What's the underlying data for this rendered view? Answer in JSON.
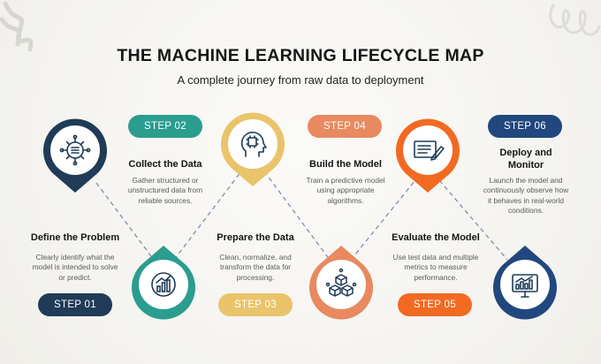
{
  "header": {
    "title": "THE MACHINE LEARNING LIFECYCLE MAP",
    "subtitle": "A complete journey from raw data to deployment"
  },
  "colors": {
    "navy": "#1f3b57",
    "teal": "#2a9d8f",
    "yellow": "#e9c46a",
    "salmon": "#e8895f",
    "orange": "#f26a21",
    "blue": "#21477e"
  },
  "steps": [
    {
      "pill": "STEP 01",
      "title": "Define the Problem",
      "desc_lines": [
        "Clearly identify what the",
        "model is intended to solve",
        "or predict."
      ],
      "icon": "ai-brain-chip-icon"
    },
    {
      "pill": "STEP 02",
      "title": "Collect the Data",
      "desc_lines": [
        "Gather structured or",
        "unstructured data from",
        "reliable sources."
      ],
      "icon": "data-analytics-chart-icon"
    },
    {
      "pill": "STEP 03",
      "title": "Prepare the Data",
      "desc_lines": [
        "Clean, normalize, and",
        "transform the data for",
        "processing."
      ],
      "icon": "head-with-chip-icon"
    },
    {
      "pill": "STEP 04",
      "title": "Build the Model",
      "desc_lines": [
        "Train a predictive model",
        "using appropriate",
        "algorithms."
      ],
      "icon": "cube-network-icon"
    },
    {
      "pill": "STEP 05",
      "title": "Evaluate the Model",
      "desc_lines": [
        "Use test data and multiple",
        "metrics to measure",
        "performance."
      ],
      "icon": "document-pen-icon"
    },
    {
      "pill": "STEP 06",
      "title_lines": [
        "Deploy and",
        "Monitor"
      ],
      "desc_lines": [
        "Launch the model and",
        "continuously observe how",
        "it behaves in real-world",
        "conditions."
      ],
      "icon": "monitor-chart-icon"
    }
  ]
}
